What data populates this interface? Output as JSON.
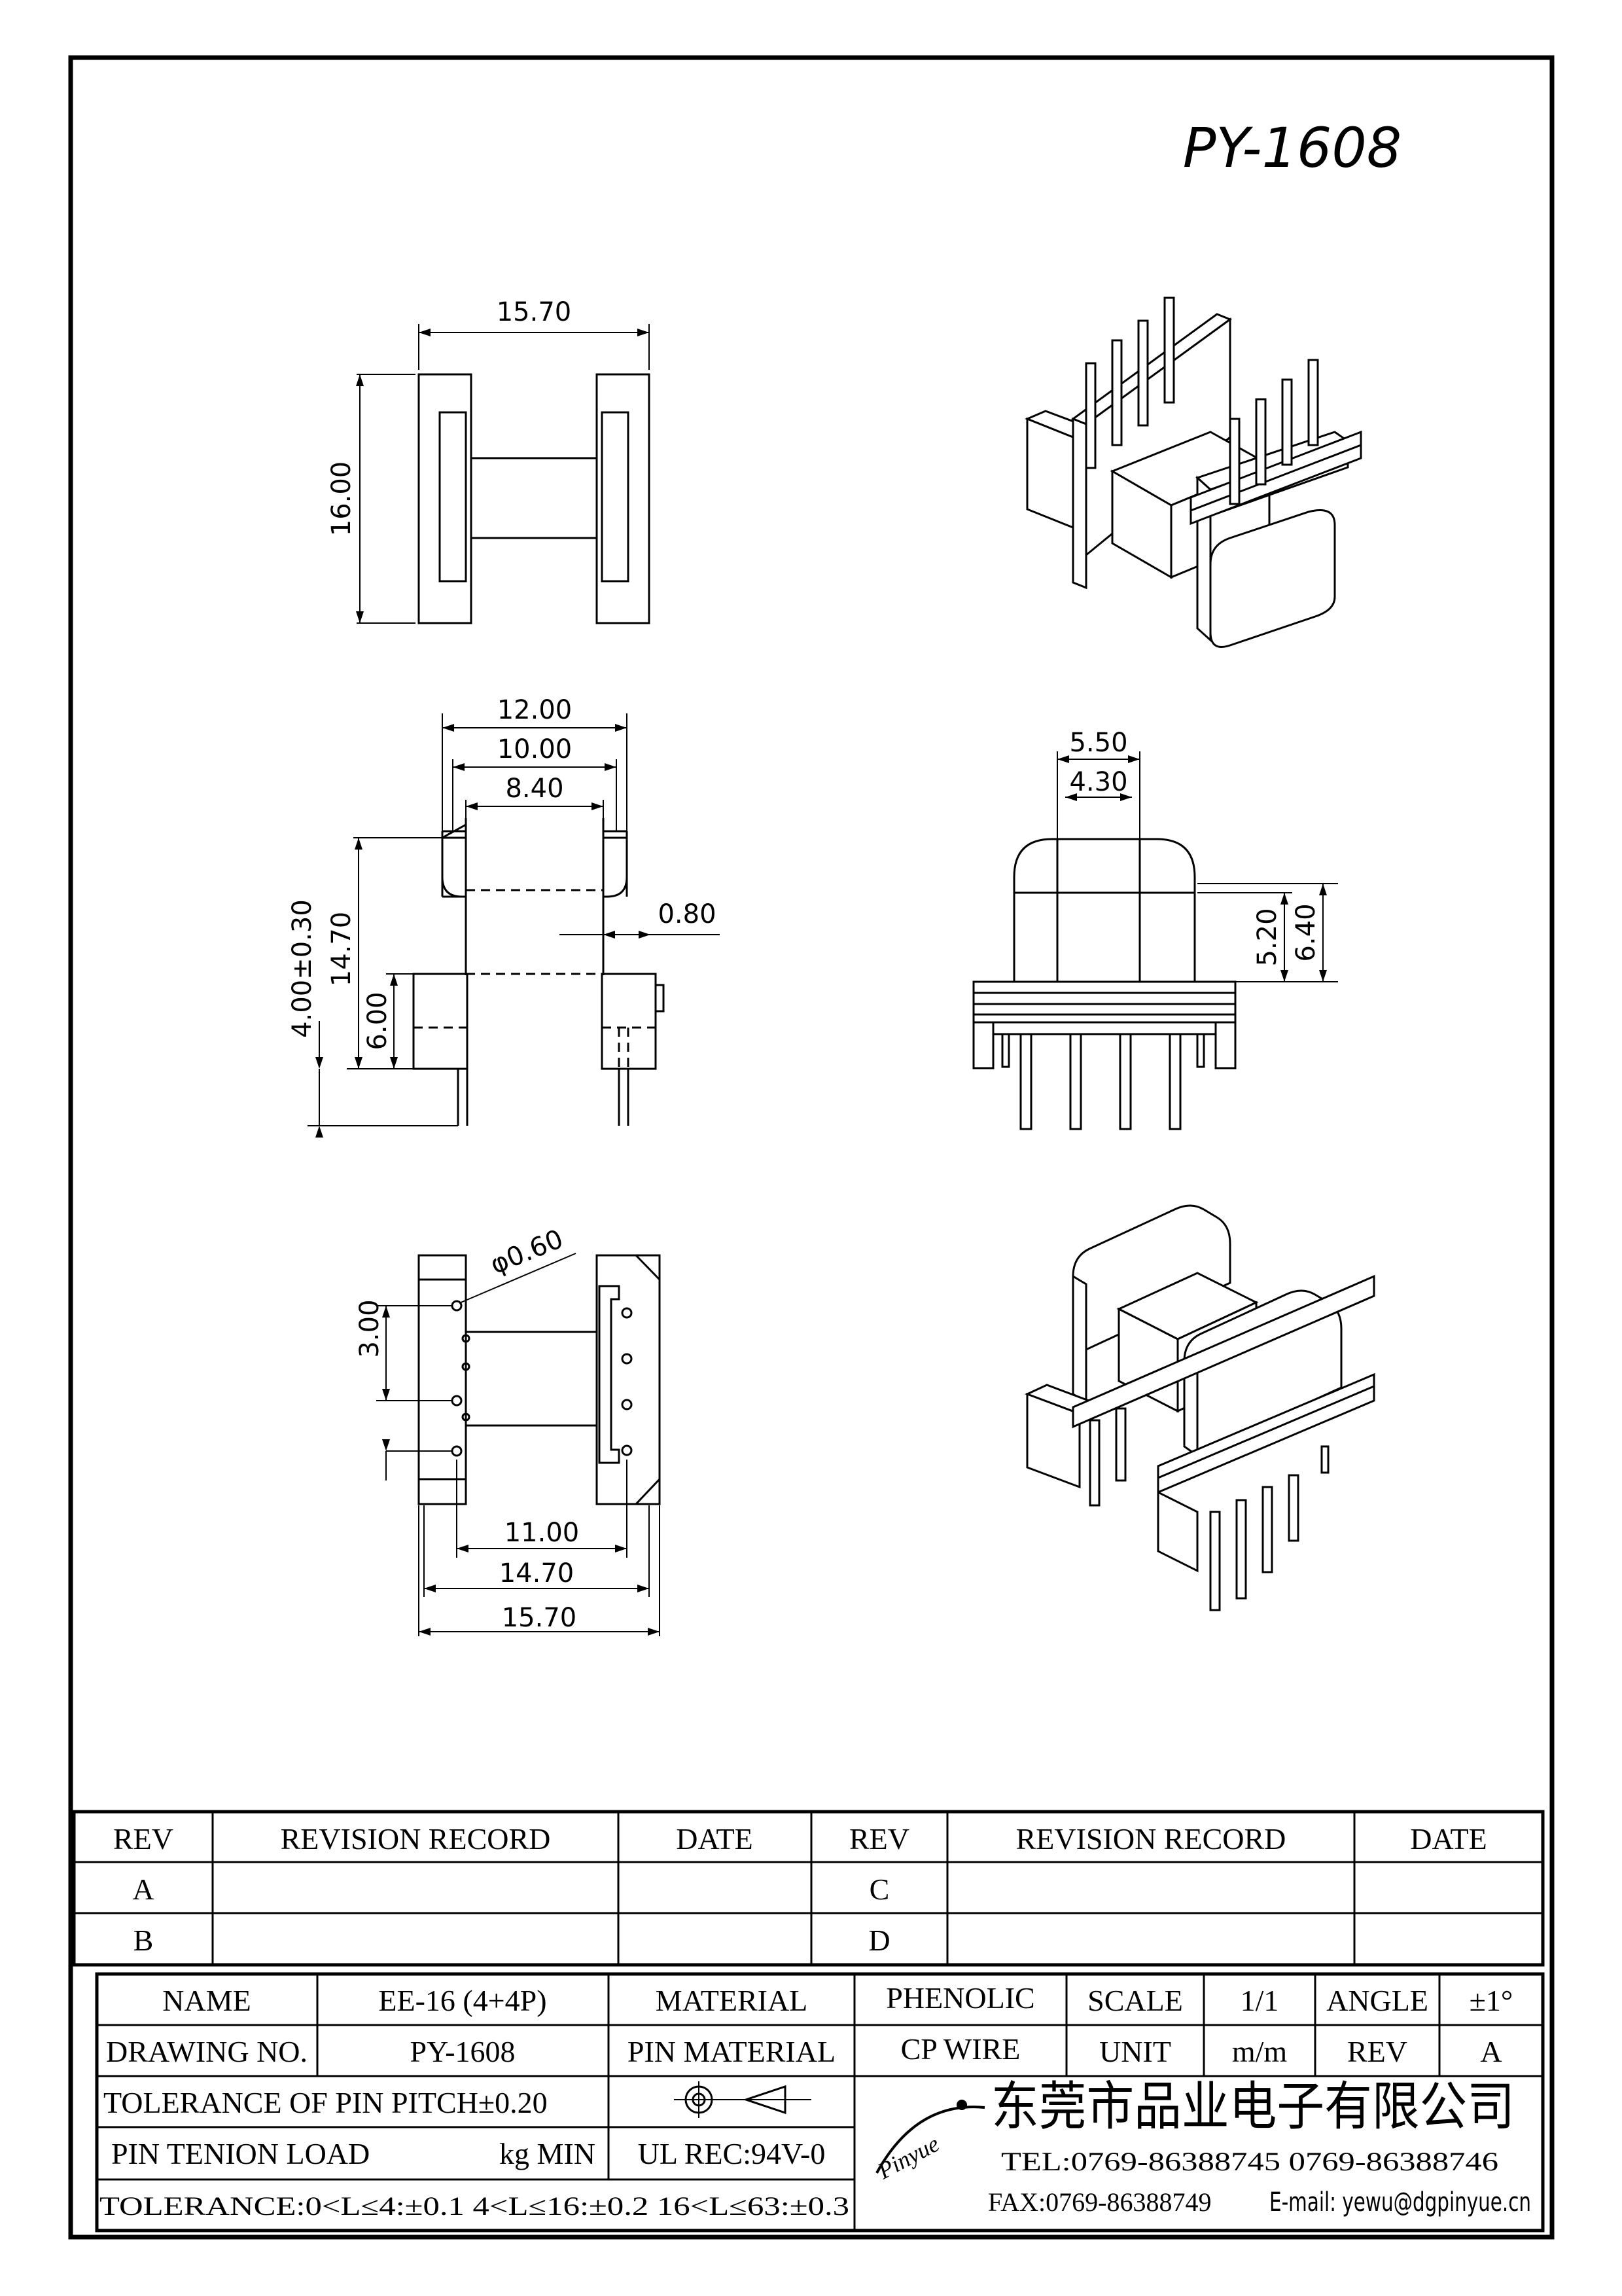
{
  "drawing_title": "PY-1608",
  "dimensions": {
    "top_width": "15.70",
    "top_height": "16.00",
    "front_w12": "12.00",
    "front_w10": "10.00",
    "front_w84": "8.40",
    "front_wall": "0.80",
    "front_h_total": "4.00±0.30",
    "front_h1470": "14.70",
    "front_h600": "6.00",
    "side_w550": "5.50",
    "side_w430": "4.30",
    "side_h520": "5.20",
    "side_h640": "6.40",
    "bottom_pin_dia": "φ0.60",
    "bottom_pitch": "3.00",
    "bottom_w1100": "11.00",
    "bottom_w1470": "14.70",
    "bottom_w1570": "15.70"
  },
  "revision_table": {
    "col_rev": "REV",
    "col_record": "REVISION RECORD",
    "col_date": "DATE",
    "rows_left": [
      "A",
      "B"
    ],
    "rows_right": [
      "C",
      "D"
    ]
  },
  "title_block": {
    "name_label": "NAME",
    "name_value": "EE-16 (4+4P)",
    "material_label": "MATERIAL",
    "material_value": "PHENOLIC",
    "scale_label": "SCALE",
    "scale_value": "1/1",
    "angle_label": "ANGLE",
    "angle_value": "±1°",
    "drawing_no_label": "DRAWING NO.",
    "drawing_no_value": "PY-1608",
    "pin_material_label": "PIN MATERIAL",
    "pin_material_value": "CP WIRE",
    "unit_label": "UNIT",
    "unit_value": "m/m",
    "rev_label": "REV",
    "rev_value": "A",
    "tol_pitch": "TOLERANCE OF PIN PITCH±0.20",
    "pin_load_label": "PIN TENION LOAD",
    "pin_load_unit": "kg MIN",
    "ul_rec": "UL REC:94V-0",
    "tolerance_general": "TOLERANCE:0<L≤4:±0.1  4<L≤16:±0.2  16<L≤63:±0.3",
    "company_name": "东莞市品业电子有限公司",
    "logo_text": "Pinyue",
    "tel": "TEL:0769-86388745    0769-86388746",
    "fax": "FAX:0769-86388749",
    "email": "E-mail: yewu@dgpinyue.cn"
  }
}
